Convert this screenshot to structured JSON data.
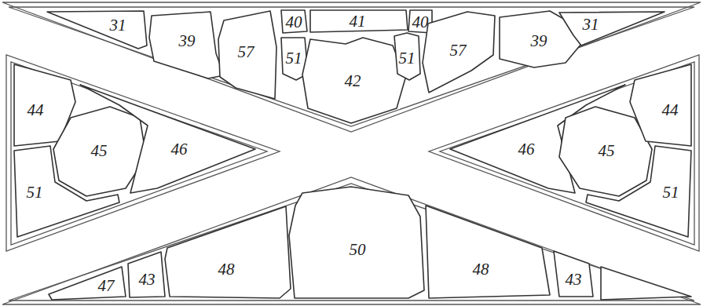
{
  "diagram": {
    "nodes": [
      {
        "text": [
          "31"
        ]
      },
      {
        "text": [
          "39"
        ]
      },
      {
        "text": [
          "57"
        ]
      },
      {
        "text": [
          "40"
        ]
      },
      {
        "text": [
          "51"
        ]
      },
      {
        "text": [
          "41"
        ]
      },
      {
        "text": [
          "42"
        ]
      },
      {
        "text": [
          "40"
        ]
      },
      {
        "text": [
          "51"
        ]
      },
      {
        "text": [
          "57"
        ]
      },
      {
        "text": [
          "39"
        ]
      },
      {
        "text": [
          "31"
        ]
      },
      {
        "text": [
          "44"
        ]
      },
      {
        "text": [
          "45"
        ]
      },
      {
        "text": [
          "46"
        ]
      },
      {
        "text": [
          "51"
        ]
      },
      {
        "text": [
          "46"
        ]
      },
      {
        "text": [
          "45"
        ]
      },
      {
        "text": [
          "44"
        ]
      },
      {
        "text": [
          "51"
        ]
      },
      {
        "text": [
          "47"
        ]
      },
      {
        "text": [
          "43"
        ]
      },
      {
        "text": [
          "48"
        ]
      },
      {
        "text": [
          "50"
        ]
      },
      {
        "text": [
          "48"
        ]
      },
      {
        "text": [
          "43"
        ]
      }
    ]
  }
}
